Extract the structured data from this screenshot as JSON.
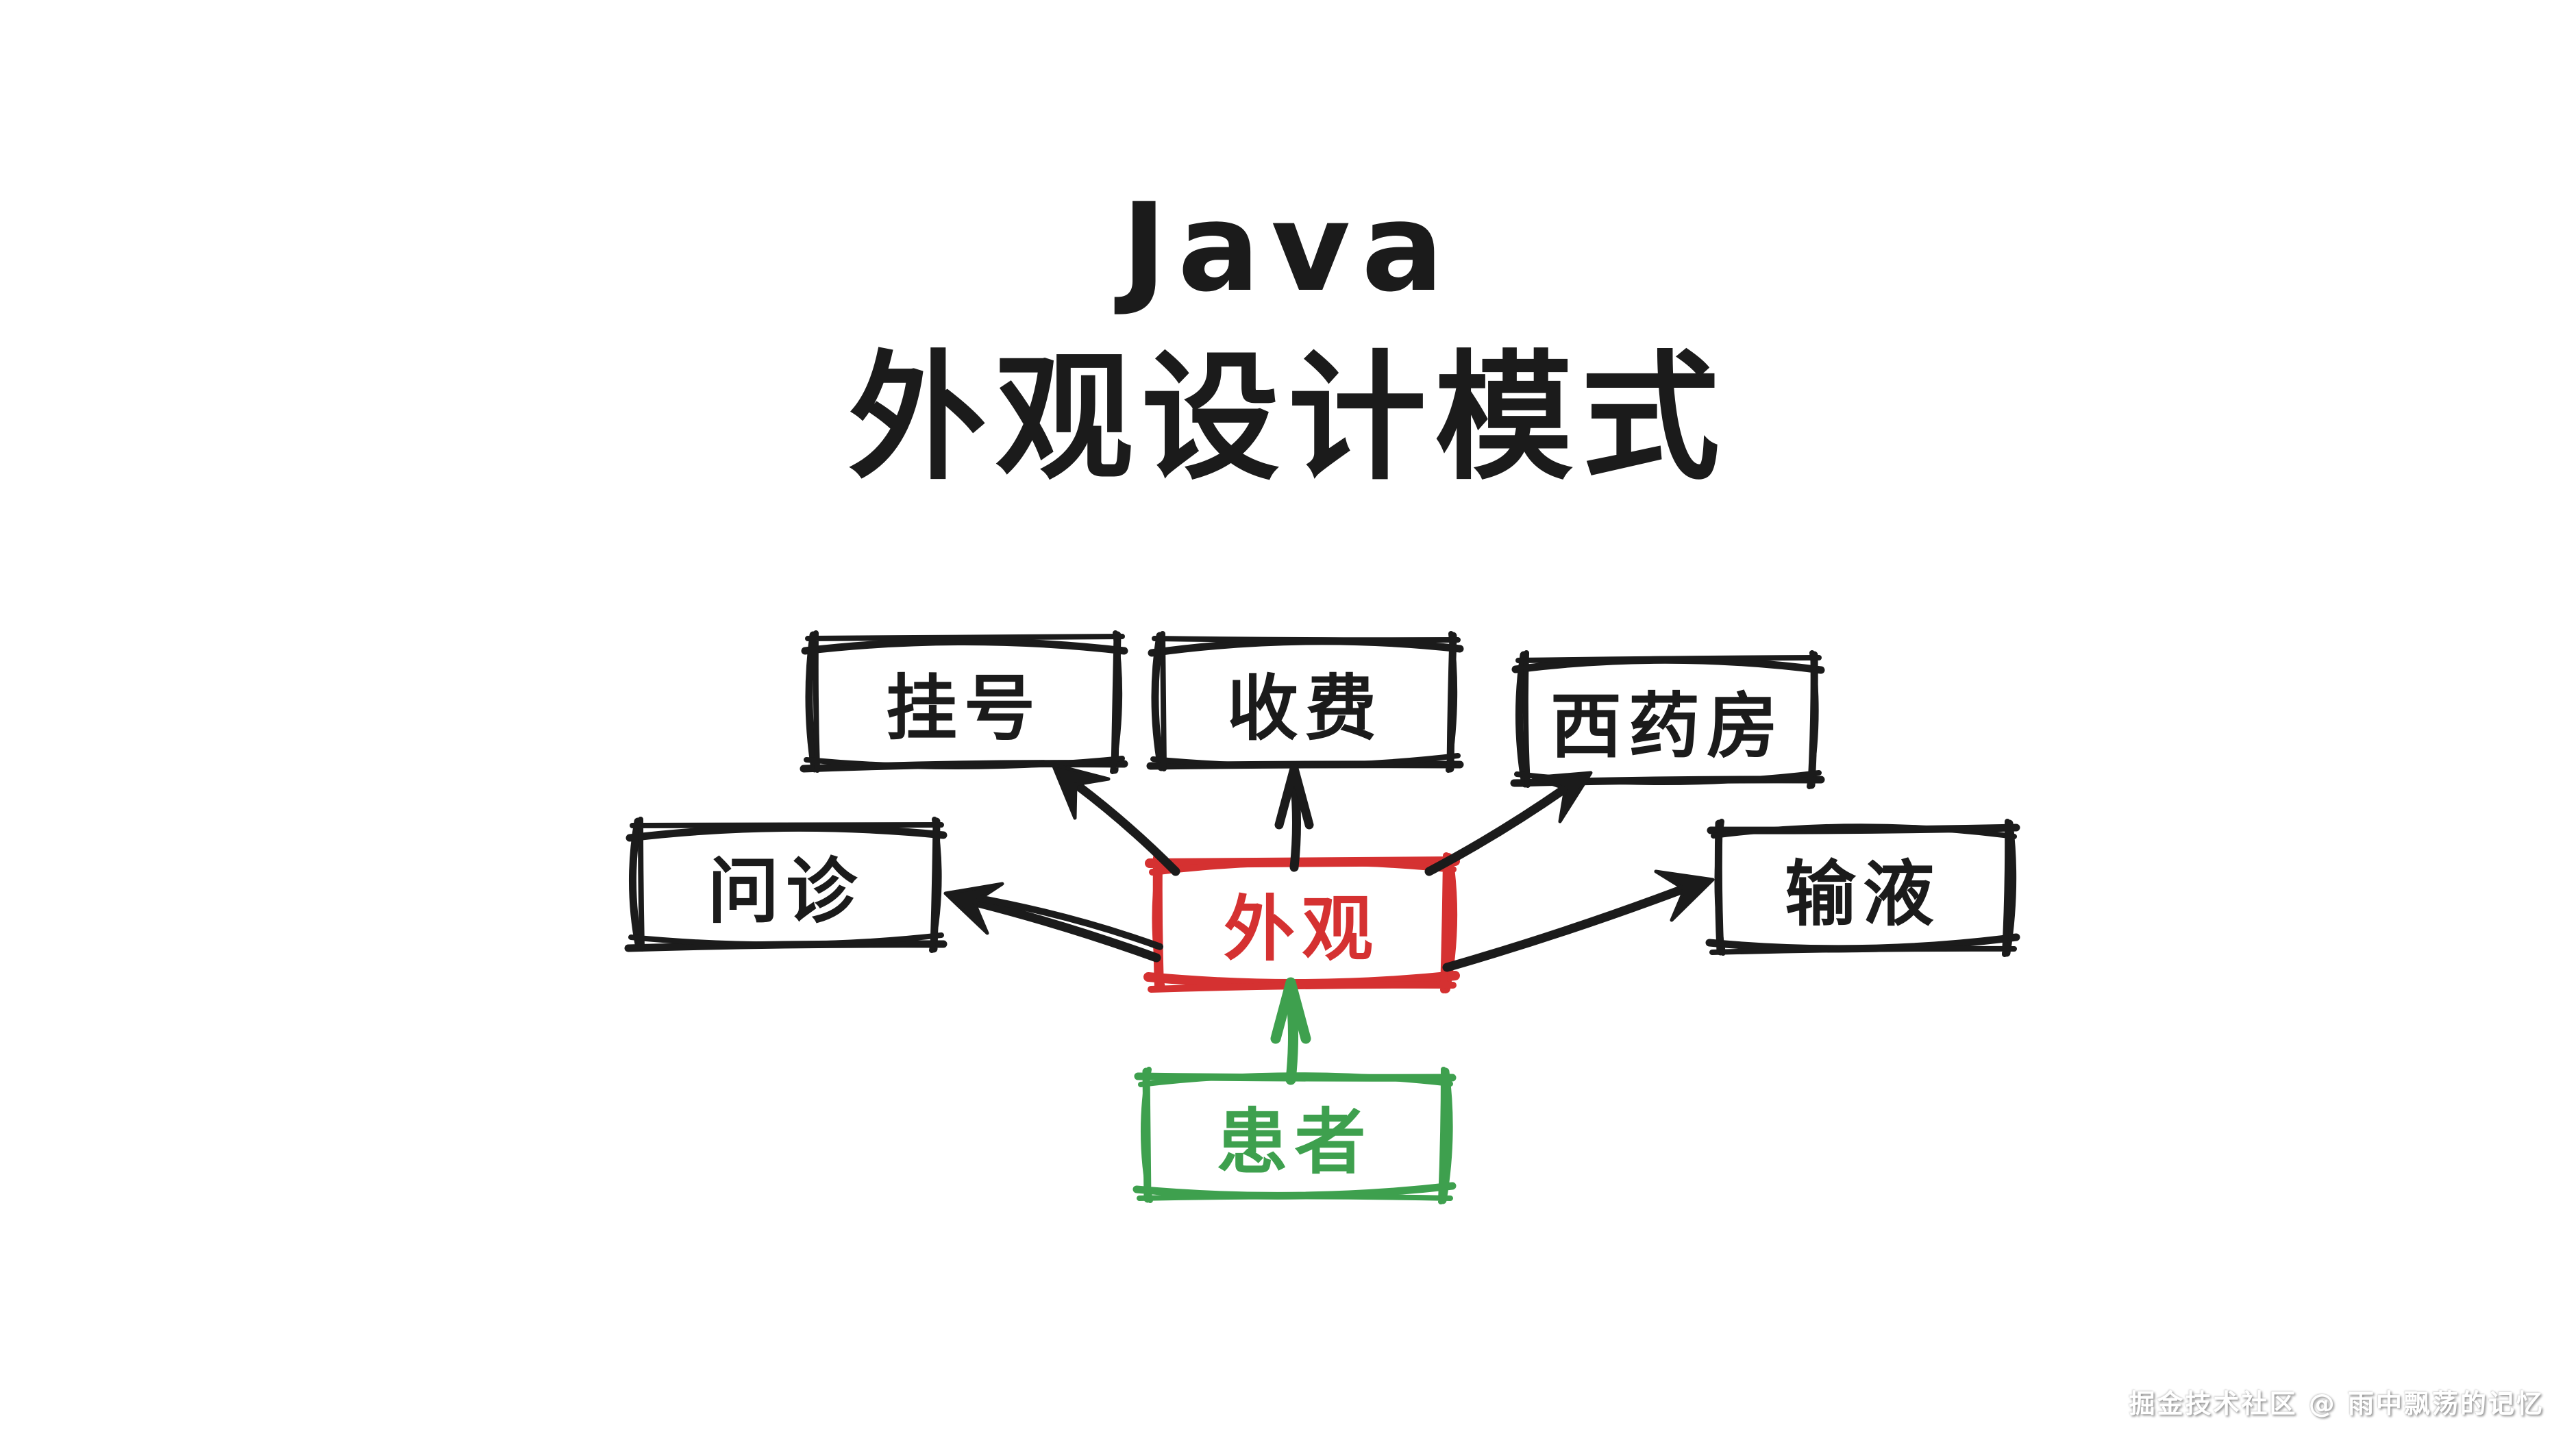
{
  "title": {
    "line1": "Java",
    "line2": "外观设计模式"
  },
  "diagram": {
    "facade": {
      "label": "外观"
    },
    "patient": {
      "label": "患者"
    },
    "subsystems": [
      {
        "id": "registration",
        "label": "挂号"
      },
      {
        "id": "payment",
        "label": "收费"
      },
      {
        "id": "pharmacy",
        "label": "西药房"
      },
      {
        "id": "consultation",
        "label": "问诊"
      },
      {
        "id": "infusion",
        "label": "输液"
      }
    ]
  },
  "watermark": {
    "text": "掘金技术社区 @ 雨中飘荡的记忆"
  },
  "colors": {
    "ink": "#1b1b1b",
    "facade_red": "#d53131",
    "patient_green": "#3ea04e",
    "background": "#ffffff",
    "watermark_fill": "#ffffff"
  }
}
